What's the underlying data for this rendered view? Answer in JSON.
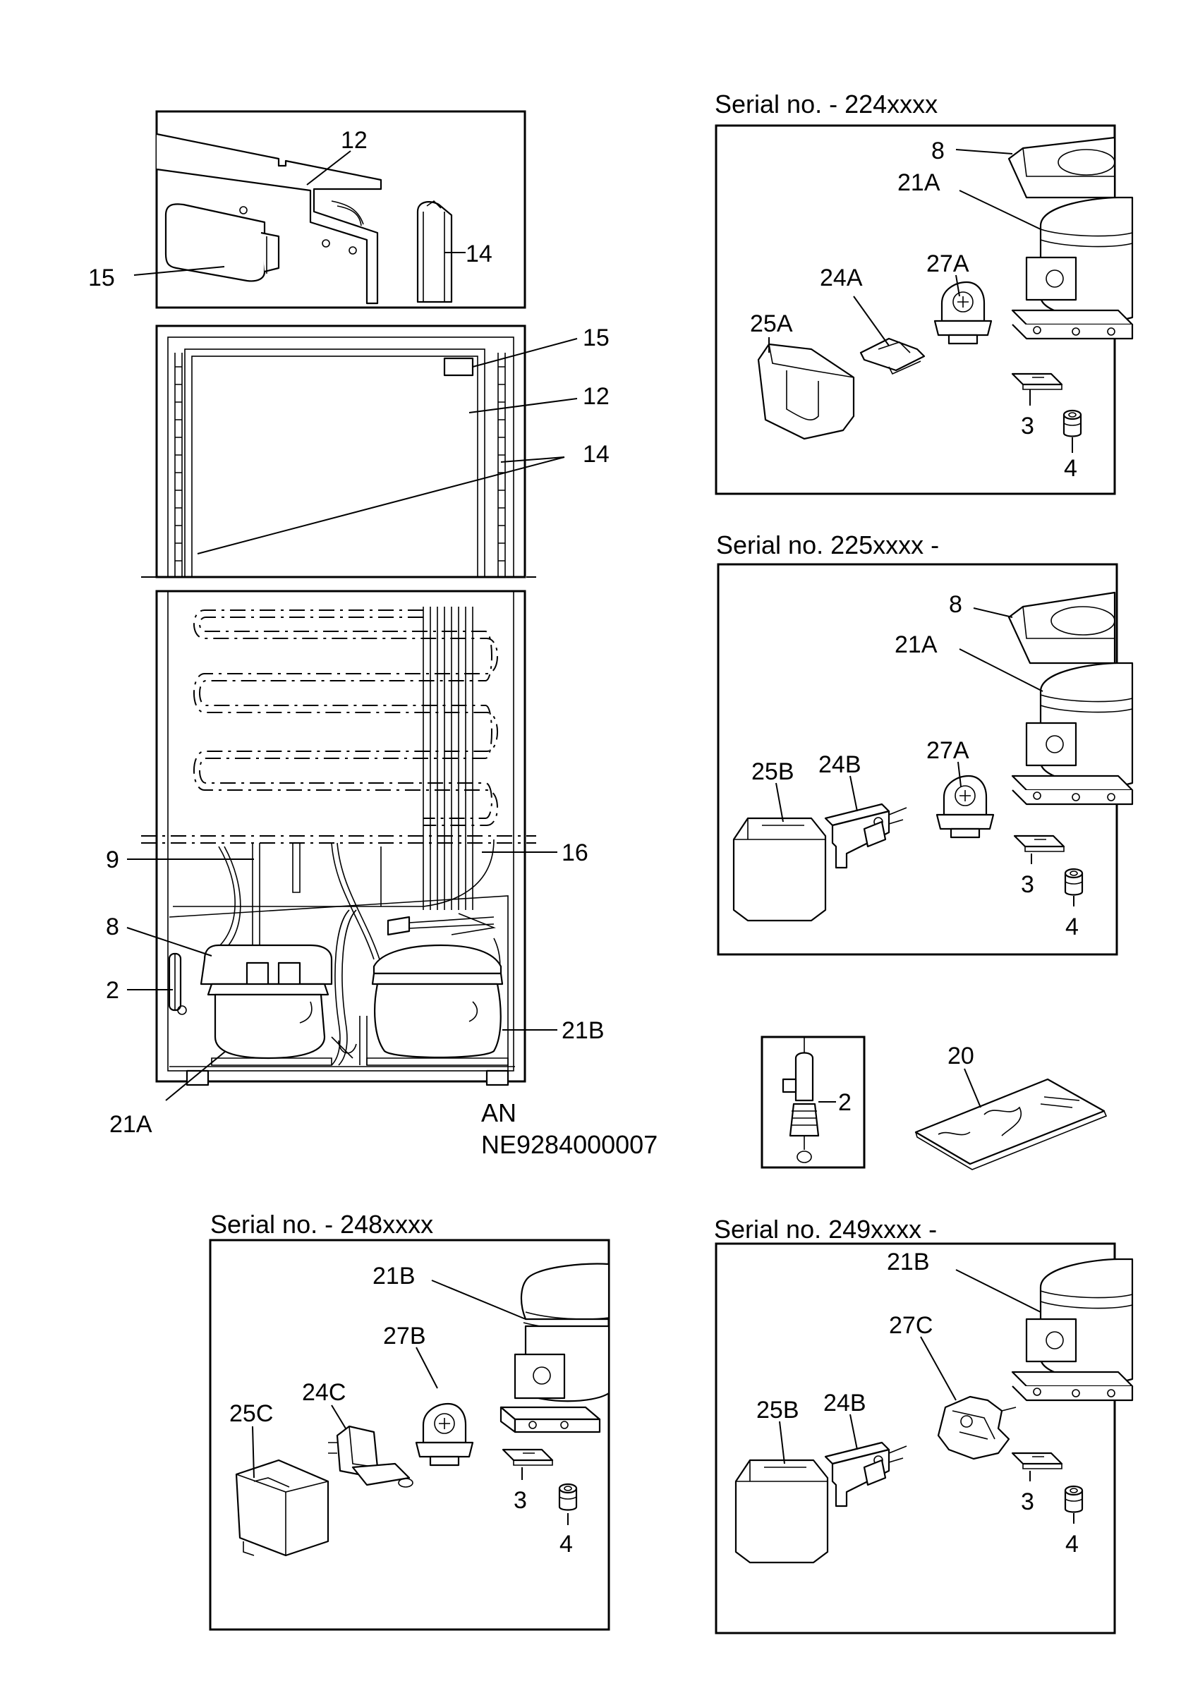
{
  "captions": {
    "serial_224": "Serial no. - 224xxxx",
    "serial_225": "Serial no. 225xxxx -",
    "serial_248": "Serial no. - 248xxxx",
    "serial_249": "Serial no. 249xxxx -"
  },
  "doc_code": {
    "line1": "AN",
    "line2": "NE9284000007"
  },
  "labels": {
    "p2": "2",
    "p3": "3",
    "p4": "4",
    "p8": "8",
    "p9": "9",
    "p12": "12",
    "p14": "14",
    "p15": "15",
    "p16": "16",
    "p20": "20",
    "p21A": "21A",
    "p21B": "21B",
    "p24A": "24A",
    "p24B": "24B",
    "p24C": "24C",
    "p25A": "25A",
    "p25B": "25B",
    "p25C": "25C",
    "p27A": "27A",
    "p27B": "27B",
    "p27C": "27C"
  }
}
